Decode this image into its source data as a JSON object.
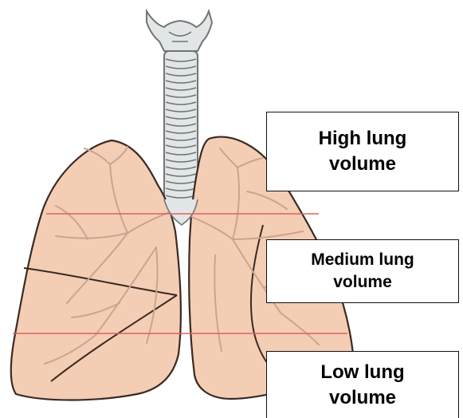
{
  "labels": {
    "high": {
      "line1": "High lung",
      "line2": "volume"
    },
    "medium": {
      "line1": "Medium lung",
      "line2": "volume"
    },
    "low": {
      "line1": "Low lung",
      "line2": "volume"
    }
  },
  "colors": {
    "lung_fill": "#f4cdb5",
    "lung_outline": "#3a2a22",
    "bronchi": "#c9a58f",
    "trachea_fill": "#e3e6e6",
    "trachea_outline": "#6f7676",
    "level_line": "#e06060"
  }
}
